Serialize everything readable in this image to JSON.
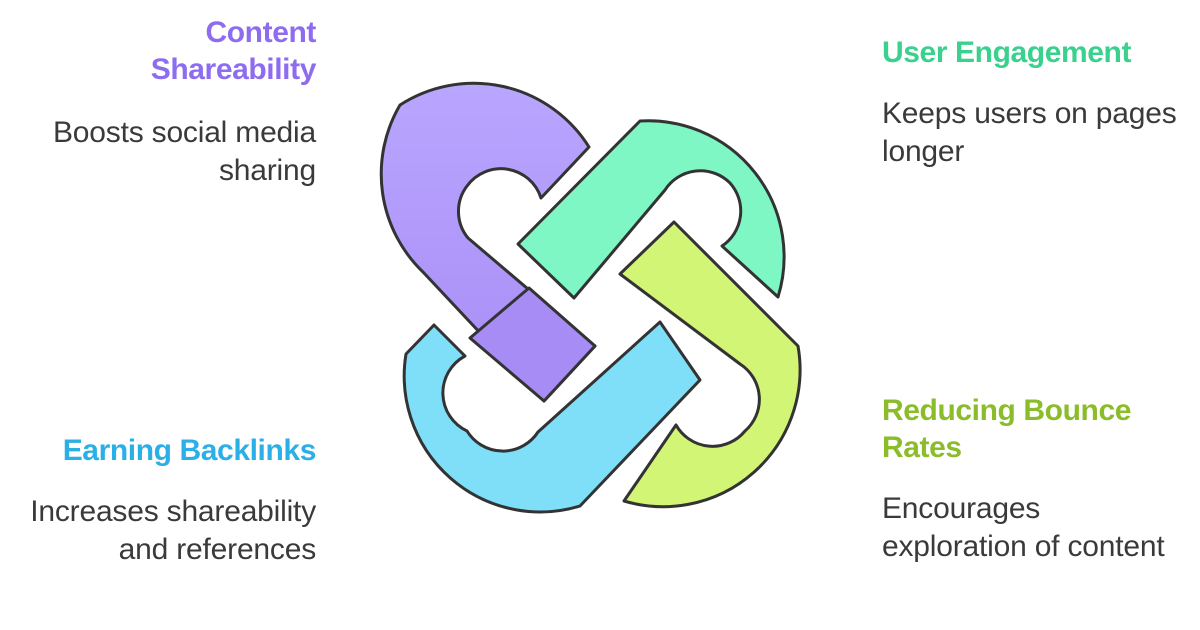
{
  "colors": {
    "purple": "#8e6cf0",
    "green": "#39d18d",
    "blue": "#2ab0e6",
    "lime": "#8bbd2a",
    "purple_fill": "#b8a4ff",
    "green_fill": "#7ff7c4",
    "blue_fill": "#7fdff9",
    "lime_fill": "#d3f576",
    "outline": "#333333",
    "description_text": "#3a3a3a"
  },
  "items": {
    "content_shareability": {
      "title": "Content Shareability",
      "description": "Boosts social media sharing"
    },
    "user_engagement": {
      "title": "User Engagement",
      "description": "Keeps users on pages longer"
    },
    "earning_backlinks": {
      "title": "Earning Backlinks",
      "description": "Increases shareability and references"
    },
    "reducing_bounce_rates": {
      "title": "Reducing Bounce Rates",
      "description": "Encourages exploration of content"
    }
  },
  "icons": {
    "center": "interlocking-links-icon"
  }
}
